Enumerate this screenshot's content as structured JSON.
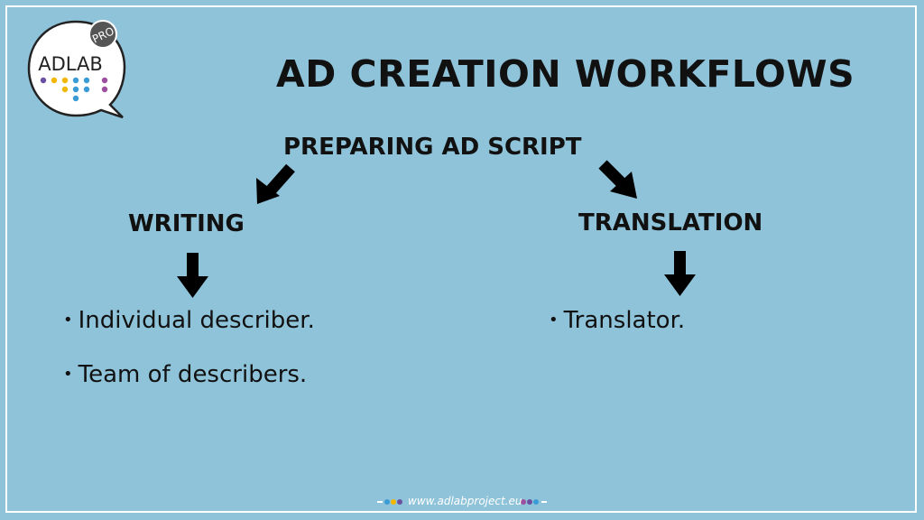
{
  "logo": {
    "brand": "ADLAB",
    "badge": "PRO"
  },
  "title": "AD CREATION WORKFLOWS",
  "root": "PREPARING AD SCRIPT",
  "branches": [
    {
      "heading": "WRITING",
      "items": [
        "Individual describer.",
        "Team of describers."
      ]
    },
    {
      "heading": "TRANSLATION",
      "items": [
        "Translator."
      ]
    }
  ],
  "footer": {
    "url": "www.adlabproject.eu"
  },
  "colors": {
    "background": "#8fc3d9",
    "frame": "#ffffff",
    "text": "#111111",
    "dot_purple": "#6b4fa0",
    "dot_yellow": "#f2b705",
    "dot_blue": "#3a9bd5",
    "dot_magenta": "#9b4f9e"
  }
}
